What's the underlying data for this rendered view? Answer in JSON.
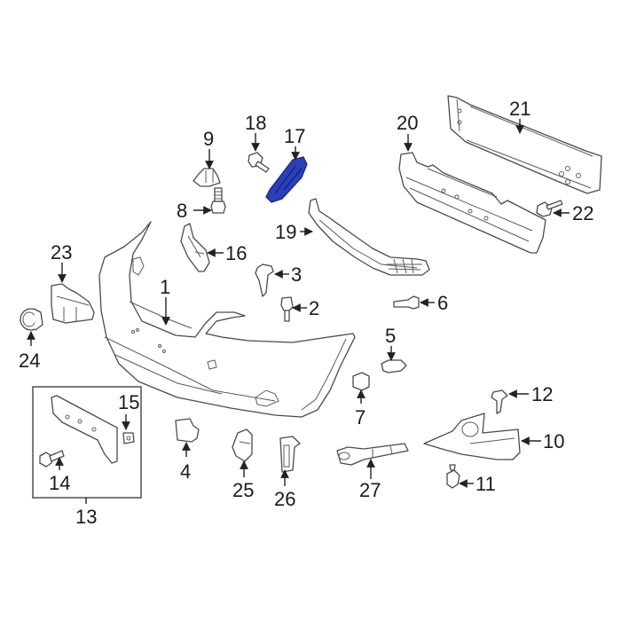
{
  "diagram": {
    "type": "exploded-parts-diagram",
    "subject": "front bumper assembly",
    "highlight_color": "#2a3fb8",
    "highlighted_part": "17",
    "callouts": [
      {
        "id": "c1",
        "label": "1",
        "part": "bumper-cover"
      },
      {
        "id": "c2",
        "label": "2",
        "part": "clip"
      },
      {
        "id": "c3",
        "label": "3",
        "part": "push-retainer"
      },
      {
        "id": "c4",
        "label": "4",
        "part": "cap"
      },
      {
        "id": "c5",
        "label": "5",
        "part": "cover-clip"
      },
      {
        "id": "c6",
        "label": "6",
        "part": "clip"
      },
      {
        "id": "c7",
        "label": "7",
        "part": "nut"
      },
      {
        "id": "c8",
        "label": "8",
        "part": "bolt"
      },
      {
        "id": "c9",
        "label": "9",
        "part": "retainer"
      },
      {
        "id": "c10",
        "label": "10",
        "part": "fog-lamp-bezel"
      },
      {
        "id": "c11",
        "label": "11",
        "part": "clip"
      },
      {
        "id": "c12",
        "label": "12",
        "part": "clip"
      },
      {
        "id": "c13",
        "label": "13",
        "part": "license-bracket-kit"
      },
      {
        "id": "c14",
        "label": "14",
        "part": "bolt"
      },
      {
        "id": "c15",
        "label": "15",
        "part": "nut"
      },
      {
        "id": "c16",
        "label": "16",
        "part": "side-bracket"
      },
      {
        "id": "c17",
        "label": "17",
        "part": "center-bracket"
      },
      {
        "id": "c18",
        "label": "18",
        "part": "bolt"
      },
      {
        "id": "c19",
        "label": "19",
        "part": "lower-grille"
      },
      {
        "id": "c20",
        "label": "20",
        "part": "energy-absorber"
      },
      {
        "id": "c21",
        "label": "21",
        "part": "reinforcement-bar"
      },
      {
        "id": "c22",
        "label": "22",
        "part": "bolt"
      },
      {
        "id": "c23",
        "label": "23",
        "part": "park-sensor"
      },
      {
        "id": "c24",
        "label": "24",
        "part": "sensor-retainer"
      },
      {
        "id": "c25",
        "label": "25",
        "part": "clip"
      },
      {
        "id": "c26",
        "label": "26",
        "part": "bracket"
      },
      {
        "id": "c27",
        "label": "27",
        "part": "tow-hook"
      }
    ],
    "labels": {
      "1": "1",
      "2": "2",
      "3": "3",
      "4": "4",
      "5": "5",
      "6": "6",
      "7": "7",
      "8": "8",
      "9": "9",
      "10": "10",
      "11": "11",
      "12": "12",
      "13": "13",
      "14": "14",
      "15": "15",
      "16": "16",
      "17": "17",
      "18": "18",
      "19": "19",
      "20": "20",
      "21": "21",
      "22": "22",
      "23": "23",
      "24": "24",
      "25": "25",
      "26": "26",
      "27": "27"
    }
  }
}
